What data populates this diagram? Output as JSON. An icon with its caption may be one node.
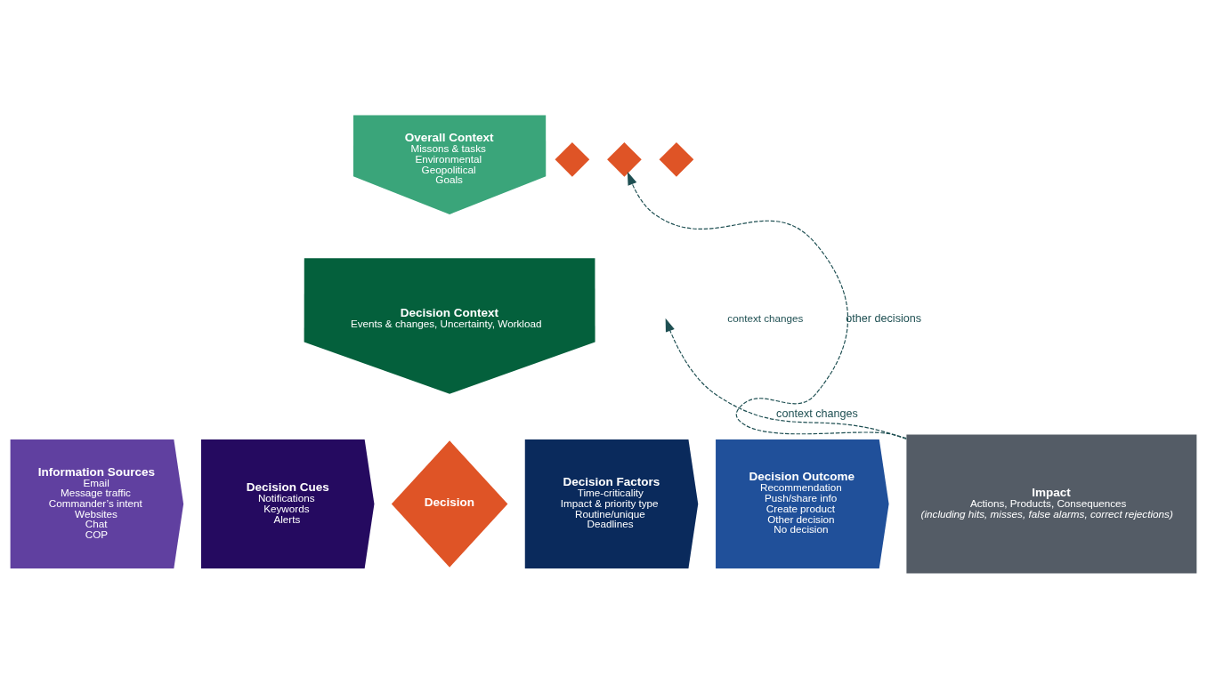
{
  "diagram": {
    "nodes": [
      {
        "text": [
          "Overall Context",
          "Missons & tasks",
          "Environmental",
          "Geopolitical",
          "Goals"
        ]
      },
      {
        "text": [
          "Decision Context",
          "Events & changes, Uncertainty, Workload"
        ]
      },
      {
        "text": [
          "Information Sources",
          "Email",
          "Message traffic",
          "Commander’s intent",
          "Websites",
          "Chat",
          "COP"
        ]
      },
      {
        "text": [
          "Decision Cues",
          "Notifications",
          "Keywords",
          "Alerts"
        ]
      },
      {
        "text": [
          "Decision"
        ]
      },
      {
        "text": [
          "Decision Factors",
          "Time-criticality",
          "Impact & priority type",
          "Routine/unique",
          "Deadlines"
        ]
      },
      {
        "text": [
          "Decision Outcome",
          "Recommendation",
          "Push/share info",
          "Create product",
          "Other decision",
          "No decision"
        ]
      },
      {
        "text": [
          "Impact",
          "Actions, Products, Consequences",
          "(including hits, misses, false alarms, correct rejections)"
        ]
      },
      {
        "text": [],
        "shape": "diamond"
      },
      {
        "text": [],
        "shape": "diamond"
      },
      {
        "text": [],
        "shape": "diamond"
      }
    ],
    "edges": [
      {
        "from": 7,
        "to": null,
        "arrow": "to",
        "label": "context changes",
        "style": "dashed"
      },
      {
        "from": 7,
        "to": 9,
        "arrow": "to",
        "label": "other decisions",
        "style": "dashed"
      }
    ],
    "labels": [
      "context changes"
    ]
  }
}
